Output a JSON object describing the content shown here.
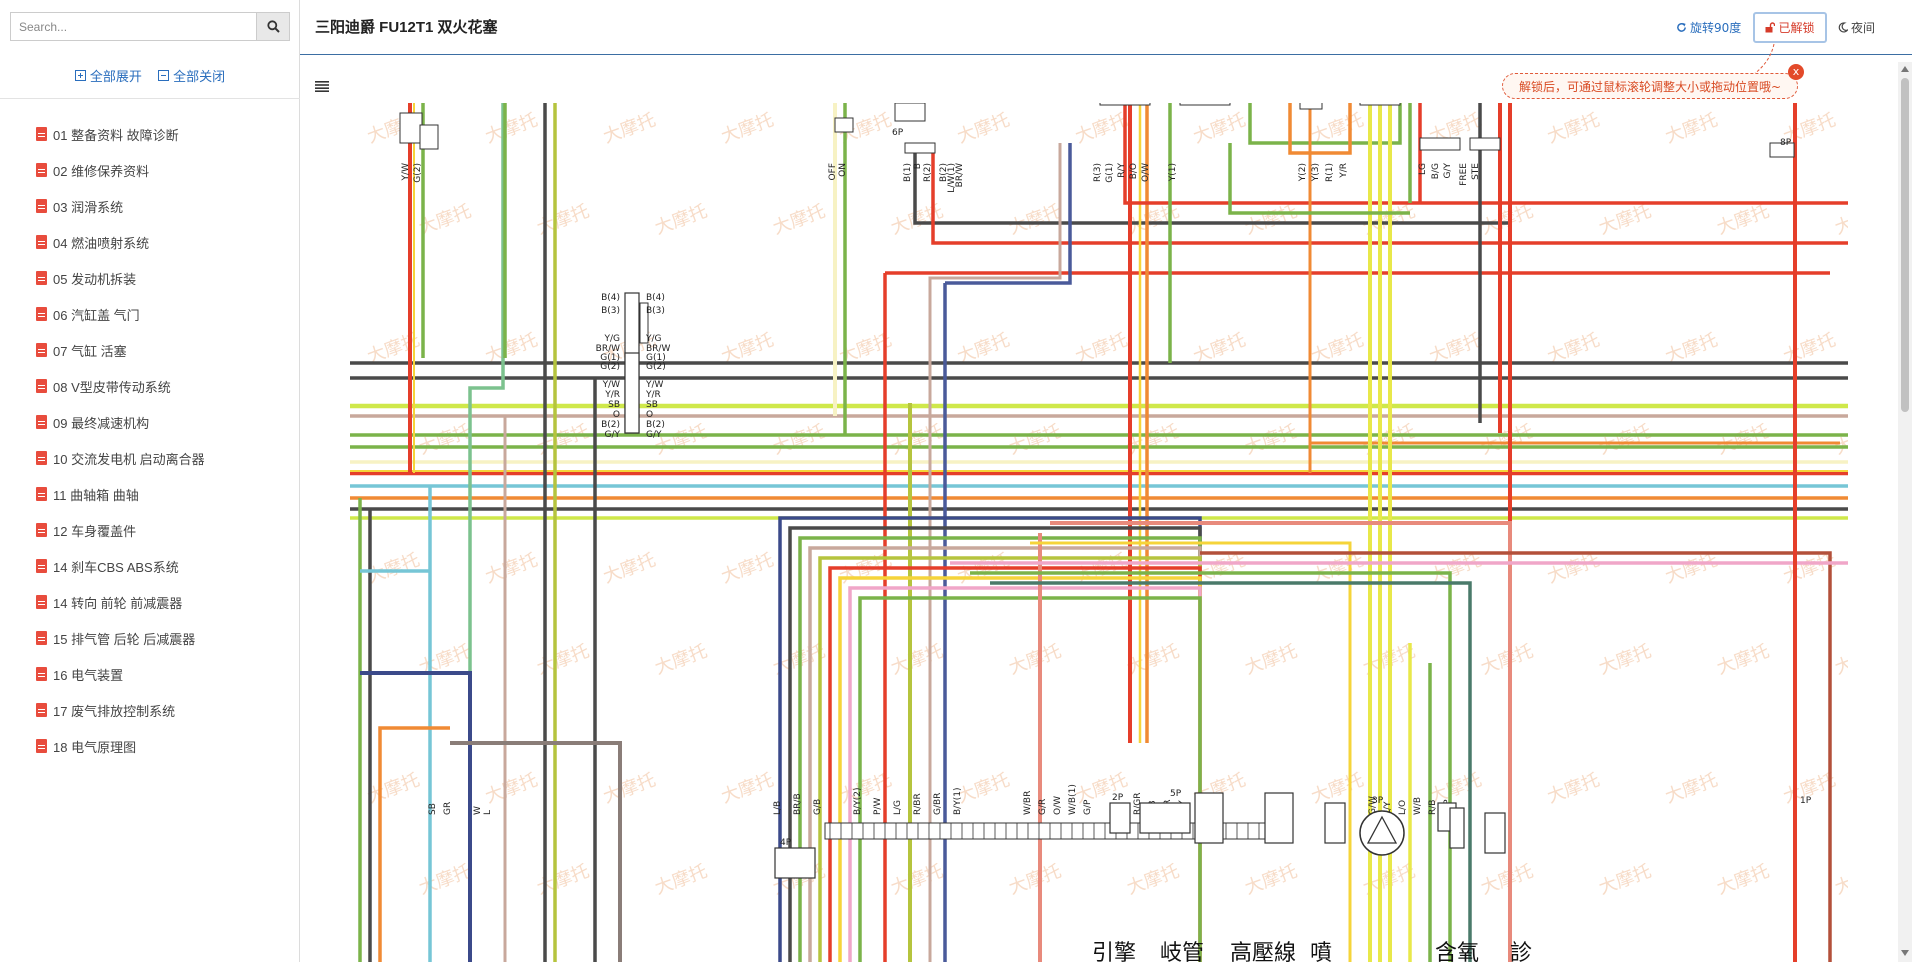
{
  "sidebar": {
    "search": {
      "placeholder": "Search...",
      "value": ""
    },
    "expand_all": "全部展开",
    "collapse_all": "全部关闭",
    "items": [
      {
        "label": "01 整备资料 故障诊断"
      },
      {
        "label": "02 维修保养资料"
      },
      {
        "label": "03 润滑系统"
      },
      {
        "label": "04 燃油喷射系统"
      },
      {
        "label": "05 发动机拆装"
      },
      {
        "label": "06 汽缸盖 气门"
      },
      {
        "label": "07 气缸 活塞"
      },
      {
        "label": "08 V型皮带传动系统"
      },
      {
        "label": "09 最终减速机构"
      },
      {
        "label": "10 交流发电机 启动离合器"
      },
      {
        "label": "11 曲轴箱 曲轴"
      },
      {
        "label": "12 车身覆盖件"
      },
      {
        "label": "14 刹车CBS ABS系统"
      },
      {
        "label": "14 转向 前轮 前减震器"
      },
      {
        "label": "15 排气管 后轮 后减震器"
      },
      {
        "label": "16 电气装置"
      },
      {
        "label": "17 废气排放控制系统"
      },
      {
        "label": "18 电气原理图"
      }
    ]
  },
  "header": {
    "title": "三阳迪爵 FU12T1 双火花塞",
    "rotate_label": "旋转90度",
    "lock_label": "已解锁",
    "night_label": "夜间"
  },
  "tooltip": {
    "text": "解锁后，可通过鼠标滚轮调整大小或拖动位置哦~",
    "close": "x"
  },
  "diagram": {
    "watermark": "大摩托",
    "connector_labels_mid": [
      "B(4)",
      "B(3)",
      "Y/G",
      "BR/W",
      "G(1)",
      "G(2)",
      "Y/W",
      "Y/R",
      "SB",
      "O",
      "B(2)",
      "G/Y"
    ],
    "connector_labels_top": [
      "Y/W",
      "G(2)",
      "OFF",
      "ON",
      "B(1)",
      "B",
      "R(2)",
      "B(2)",
      "L/W(1)",
      "BR/W",
      "R(3)",
      "G(1)",
      "R/Y",
      "B/O",
      "O/W",
      "Y(1)",
      "Y(2)",
      "Y(3)",
      "R(1)",
      "Y/R",
      "LG",
      "B/G",
      "G/Y",
      "FREE",
      "STE"
    ],
    "connector_labels_bottom": [
      "L/B",
      "BR/B",
      "G/B",
      "B/Y(2)",
      "P/W",
      "L/G",
      "R/BR",
      "G/BR",
      "B/Y(1)",
      "W/BR",
      "G/R",
      "O/W",
      "W/B(1)",
      "G/P",
      "R/GR",
      "Y/B",
      "B/R",
      "R/Y",
      "G/W",
      "L/Y",
      "L/O",
      "W/B",
      "R/B",
      "O/P",
      "SB",
      "GR",
      "W",
      "L"
    ],
    "connector_sizes": [
      "4P",
      "5P",
      "6P",
      "2P",
      "3P",
      "8P",
      "1P"
    ],
    "component_labels": [
      "引擎",
      "岐管",
      "高壓線",
      "噴",
      "含氧",
      "診"
    ]
  }
}
